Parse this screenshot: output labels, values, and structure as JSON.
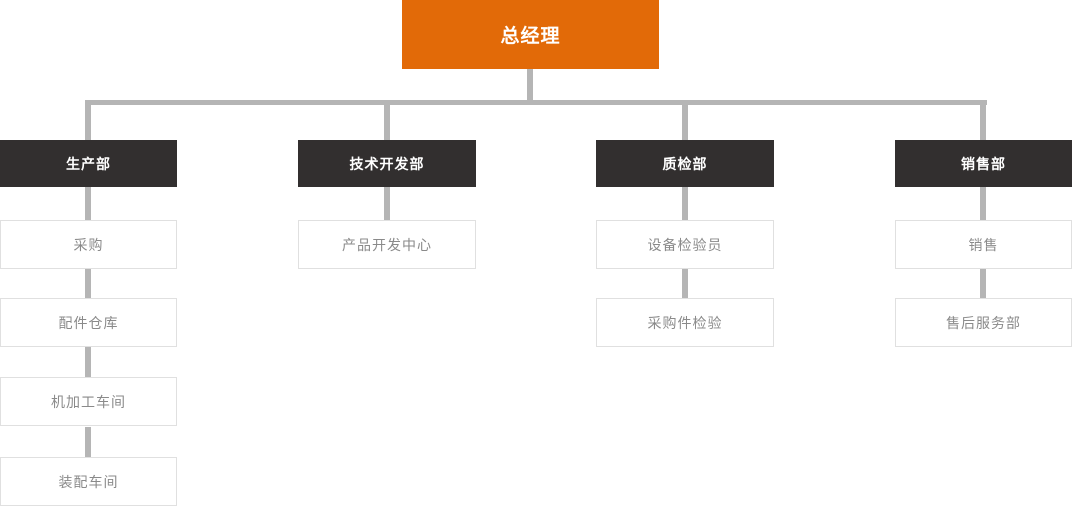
{
  "org": {
    "root": "总经理",
    "columns": [
      {
        "dept": "生产部",
        "children": [
          "采购",
          "配件仓库",
          "机加工车间",
          "装配车间"
        ]
      },
      {
        "dept": "技术开发部",
        "children": [
          "产品开发中心"
        ]
      },
      {
        "dept": "质检部",
        "children": [
          "设备检验员",
          "采购件检验"
        ]
      },
      {
        "dept": "销售部",
        "children": [
          "销售",
          "售后服务部"
        ]
      }
    ]
  },
  "colors": {
    "root_bg": "#e26a08",
    "dept_bg": "#322f2f",
    "connector": "#b5b5b5",
    "leaf_border": "#e0e0e0",
    "leaf_text": "#8a8a8a",
    "node_text": "#ffffff"
  }
}
